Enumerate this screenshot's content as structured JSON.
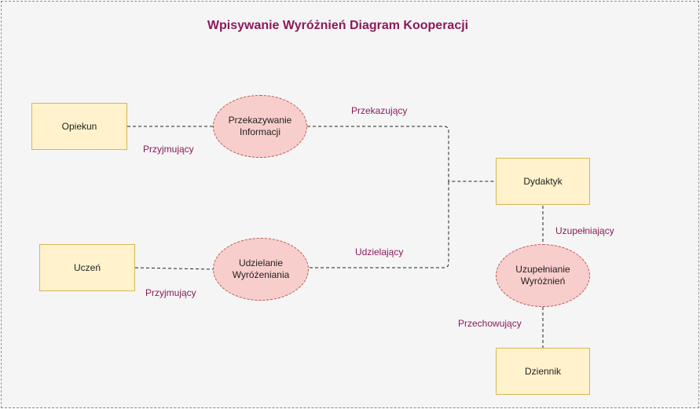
{
  "diagram": {
    "title": "Wpisywanie Wyróżnień Diagram Kooperacji",
    "actors": {
      "opiekun": "Opiekun",
      "uczen": "Uczeń",
      "dydaktyk": "Dydaktyk",
      "dziennik": "Dziennik"
    },
    "processes": {
      "przekazywanie": {
        "line1": "Przekazywanie",
        "line2": "Informacji"
      },
      "udzielanie": {
        "line1": "Udzielanie",
        "line2": "Wyróżeniania"
      },
      "uzupelnianie": {
        "line1": "Uzupełnianie",
        "line2": "Wyróżnień"
      }
    },
    "edge_labels": {
      "przyjmujacy_1": "Przyjmujący",
      "przekazujacy": "Przekazujący",
      "przyjmujacy_2": "Przyjmujący",
      "udzielajacy": "Udzielający",
      "uzupelniajacy": "Uzupełniający",
      "przechowujacy": "Przechowujący"
    }
  },
  "colors": {
    "title": "#8b1a5b",
    "edge_label": "#8b1a5b",
    "actor_fill": "#fff2cc",
    "actor_stroke": "#d6b656",
    "process_fill": "#f8cecc",
    "process_stroke": "#b85450",
    "background": "#f5f5f5"
  }
}
